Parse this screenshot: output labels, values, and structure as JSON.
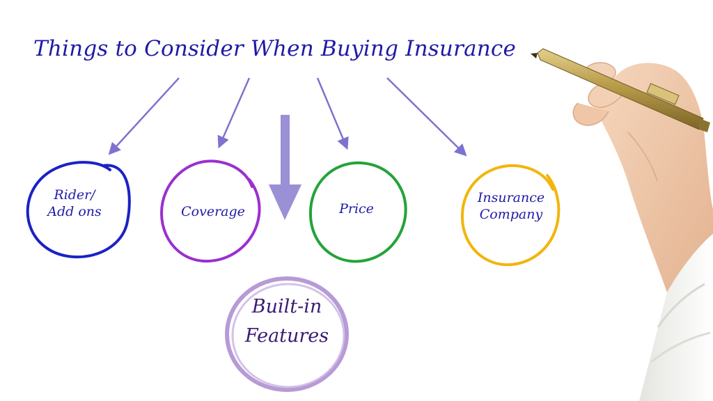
{
  "title": "Things to Consider When Buying Insurance",
  "nodes": [
    {
      "id": "rider",
      "lines": [
        "Rider/",
        "Add ons"
      ],
      "color": "#1b22c4"
    },
    {
      "id": "coverage",
      "lines": [
        "Coverage"
      ],
      "color": "#9b2fd0"
    },
    {
      "id": "price",
      "lines": [
        "Price"
      ],
      "color": "#24a33a"
    },
    {
      "id": "insurance-company",
      "lines": [
        "Insurance",
        "Company"
      ],
      "color": "#f2b50c"
    },
    {
      "id": "built-in-features",
      "lines": [
        "Built-in",
        "Features"
      ],
      "color": "#b79ad6"
    }
  ],
  "colors": {
    "title": "#1f1aa6",
    "text": "#1f1aa6",
    "featured_text": "#3a1c74",
    "arrow": "#7d73cf",
    "arrow_center": "#9990d6",
    "pen_body": "#b99c4a",
    "skin": "#f1c8a8",
    "sleeve": "#f5f5f2"
  }
}
